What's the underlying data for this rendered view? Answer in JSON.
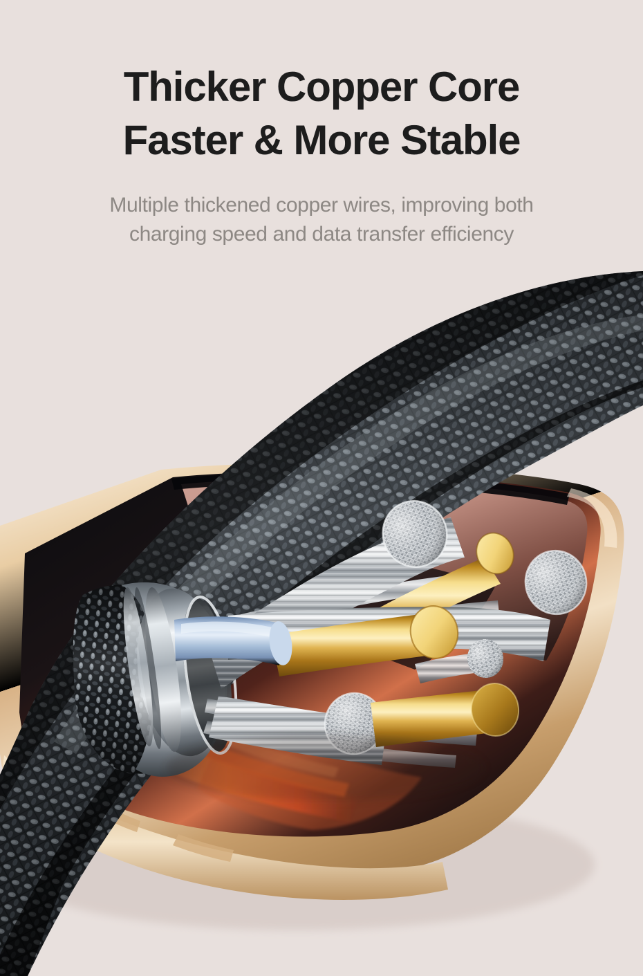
{
  "background_color": "#e8e0dd",
  "headline": {
    "color": "#1d1d1d",
    "line1": "Thicker Copper Core",
    "line2": "Faster & More Stable"
  },
  "subhead": {
    "color": "#8d8884",
    "line1": "Multiple thickened copper wires, improving both",
    "line2": "charging speed and data transfer efficiency"
  },
  "scene": {
    "description": "Macro product render of a braided charging cable cut open to reveal copper conductors, resting on a gold smartphone",
    "objects": [
      {
        "name": "braided-cable",
        "material": "nylon braid",
        "colors": [
          "#1b1d20",
          "#2e3236",
          "#7d858c",
          "#aeb5bb"
        ]
      },
      {
        "name": "chrome-ferrule",
        "material": "polished metal",
        "colors": [
          "#c9ced4",
          "#f2f5f7",
          "#6e757c"
        ]
      },
      {
        "name": "blue-insulation-core",
        "material": "pvc sleeve",
        "colors": [
          "#9db6d8",
          "#d8e4f2"
        ]
      },
      {
        "name": "silver-wire-bundle",
        "material": "tinned copper strands",
        "colors": [
          "#b8bcc0",
          "#f4f5f6",
          "#6d7176"
        ]
      },
      {
        "name": "gold-conductor-rod",
        "material": "brass / gold plating",
        "colors": [
          "#b8821e",
          "#f7dd82",
          "#8a5f14"
        ]
      },
      {
        "name": "phone-body",
        "material": "anodized aluminum",
        "colors": [
          "#e4c49c",
          "#f5e2c8",
          "#b8915f"
        ]
      },
      {
        "name": "phone-screen",
        "material": "glass display",
        "colors": [
          "#0a0a0c",
          "#d2704a",
          "#c99a8e"
        ]
      }
    ],
    "accent_colors": {
      "gold": "#e3b34a",
      "silver": "#c6cace",
      "phone_gold": "#e8c79e",
      "screen_glow": "#d2704a",
      "cable_dark": "#202327"
    }
  }
}
